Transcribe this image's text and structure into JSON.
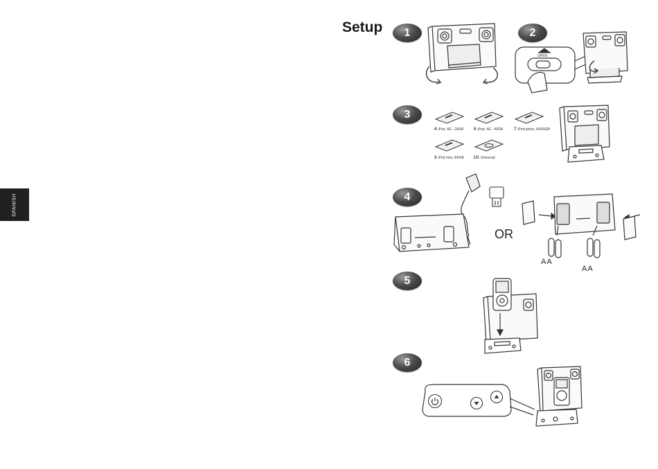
{
  "sidebar": {
    "language_tab": "SPANISH"
  },
  "page": {
    "title": "Setup"
  },
  "steps": [
    {
      "number": "1"
    },
    {
      "number": "2",
      "switch_label": "OPEN"
    },
    {
      "number": "3"
    },
    {
      "number": "4",
      "or_label": "OR",
      "battery_label_left": "AA",
      "battery_label_right": "AA"
    },
    {
      "number": "5"
    },
    {
      "number": "6"
    }
  ],
  "dock_inserts": [
    {
      "num": "4",
      "desc": "iPod, 4G - 20GB"
    },
    {
      "num": "5",
      "desc": "iPod, 4G - 40GB"
    },
    {
      "num": "7",
      "desc": "iPod photo, 40/60GB"
    },
    {
      "num": "3",
      "desc": "iPod mini, 4/6GB"
    },
    {
      "num": "U1",
      "desc": "Universal"
    }
  ],
  "colors": {
    "badge": "#3a3a3a",
    "line": "#333333",
    "tab": "#202020"
  }
}
